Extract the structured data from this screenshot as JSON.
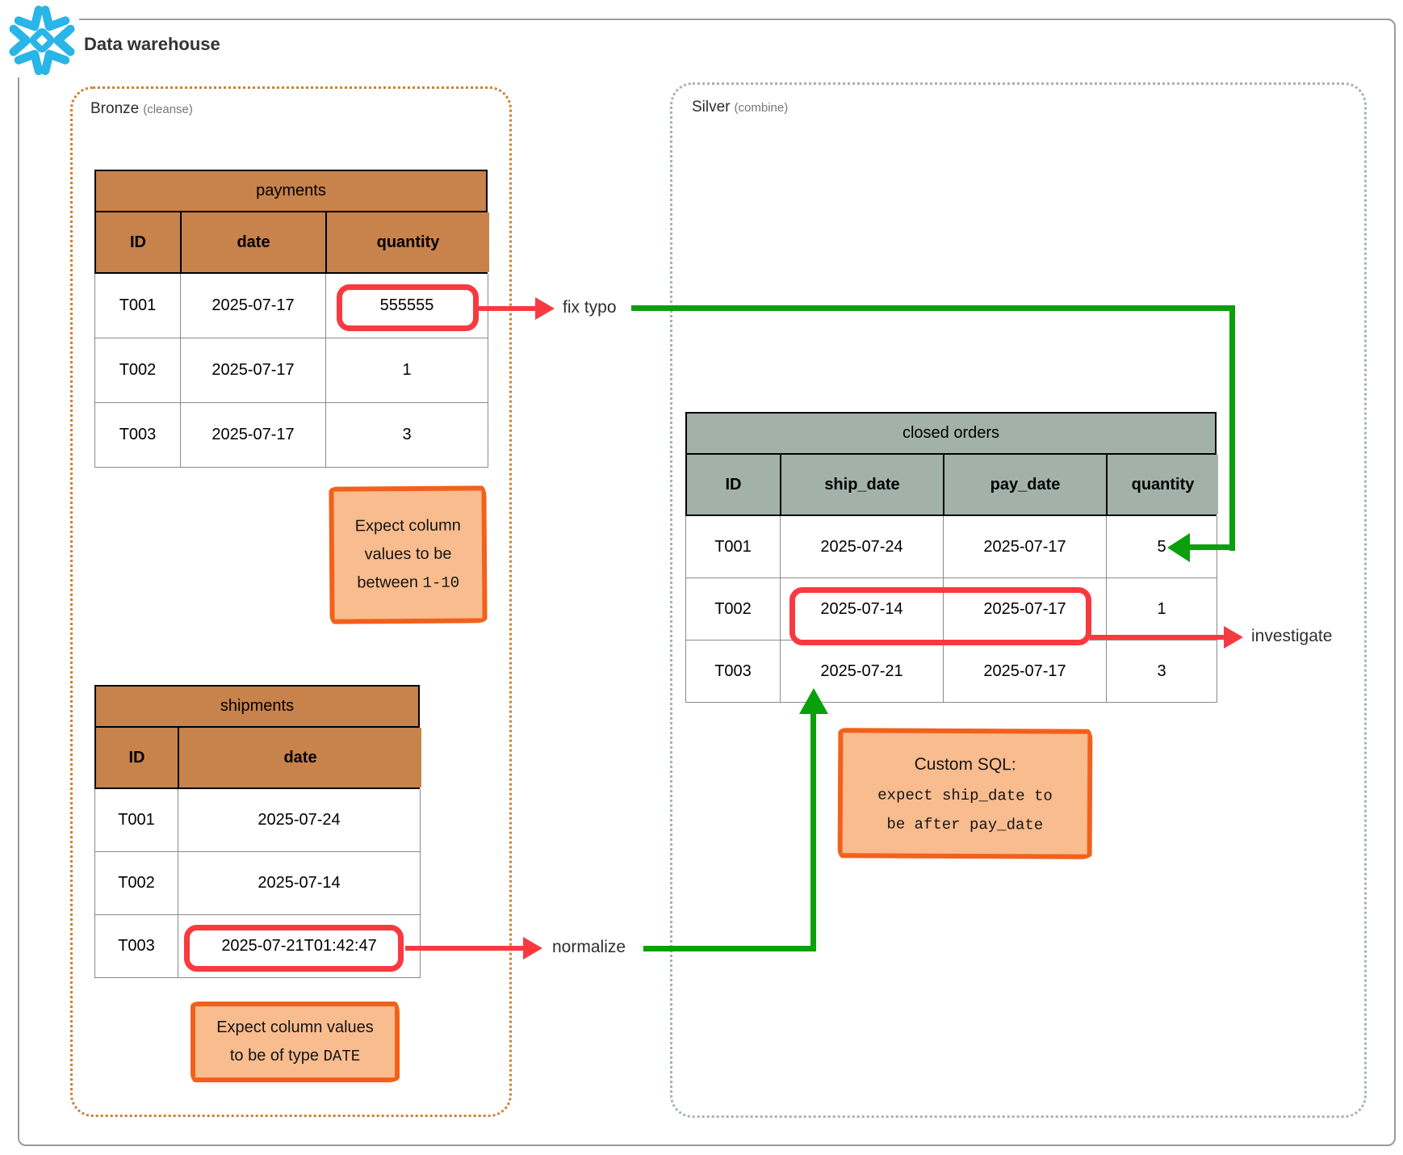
{
  "header": {
    "title": "Data warehouse",
    "logo": "snowflake-icon"
  },
  "zones": {
    "bronze": {
      "name": "Bronze",
      "qualifier": "(cleanse)"
    },
    "silver": {
      "name": "Silver",
      "qualifier": "(combine)"
    }
  },
  "tables": {
    "payments": {
      "title": "payments",
      "columns": [
        "ID",
        "date",
        "quantity"
      ],
      "rows": [
        [
          "T001",
          "2025-07-17",
          "555555"
        ],
        [
          "T002",
          "2025-07-17",
          "1"
        ],
        [
          "T003",
          "2025-07-17",
          "3"
        ]
      ]
    },
    "shipments": {
      "title": "shipments",
      "columns": [
        "ID",
        "date"
      ],
      "rows": [
        [
          "T001",
          "2025-07-24"
        ],
        [
          "T002",
          "2025-07-14"
        ],
        [
          "T003",
          "2025-07-21T01:42:47"
        ]
      ]
    },
    "closed_orders": {
      "title": "closed orders",
      "columns": [
        "ID",
        "ship_date",
        "pay_date",
        "quantity"
      ],
      "rows": [
        [
          "T001",
          "2025-07-24",
          "2025-07-17",
          "5"
        ],
        [
          "T002",
          "2025-07-14",
          "2025-07-17",
          "1"
        ],
        [
          "T003",
          "2025-07-21",
          "2025-07-17",
          "3"
        ]
      ]
    }
  },
  "notes": {
    "range": {
      "line1": "Expect column",
      "line2": "values to be",
      "line3_text": "between ",
      "line3_code": "1-10"
    },
    "type": {
      "line1": "Expect column values",
      "line2_text": "to be of type ",
      "line2_code": "DATE"
    },
    "sql": {
      "title": "Custom SQL:",
      "code_line1": "expect ship_date to",
      "code_line2": "be after pay_date"
    }
  },
  "annotations": {
    "fix_typo": "fix typo",
    "normalize": "normalize",
    "investigate": "investigate"
  },
  "colors": {
    "bronze_border": "#cc8136",
    "silver_border": "#a6b4ac",
    "bronze_table_header": "#c8824b",
    "silver_table_header": "#a3b1ab",
    "note_fill": "#f9bc8f",
    "note_border": "#f2611c",
    "highlight_red": "#f83a40",
    "flow_green": "#0aa00b",
    "snowflake_blue": "#29b5e8"
  }
}
